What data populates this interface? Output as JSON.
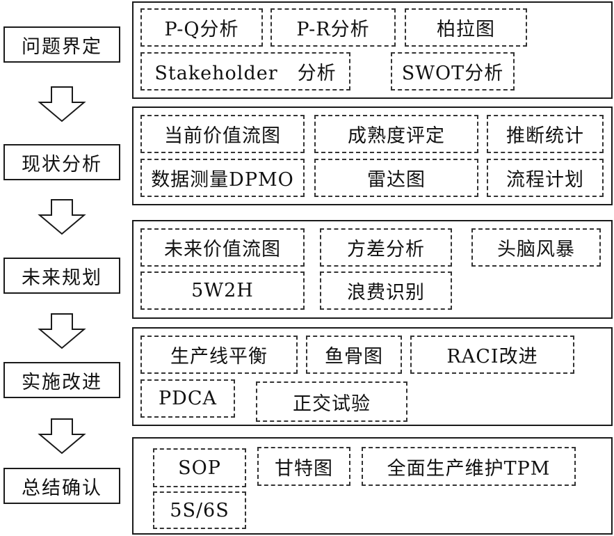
{
  "phases": [
    {
      "label": "问题界定",
      "tools": [
        "P-Q分析",
        "P-R分析",
        "柏拉图",
        "Stakeholder　分析",
        "SWOT分析"
      ]
    },
    {
      "label": "现状分析",
      "tools": [
        "当前价值流图",
        "成熟度评定",
        "推断统计",
        "数据测量DPMO",
        "雷达图",
        "流程计划"
      ]
    },
    {
      "label": "未来规划",
      "tools": [
        "未来价值流图",
        "方差分析",
        "头脑风暴",
        "5W2H",
        "浪费识别"
      ]
    },
    {
      "label": "实施改进",
      "tools": [
        "生产线平衡",
        "鱼骨图",
        "RACI改进",
        "PDCA",
        "正交试验"
      ]
    },
    {
      "label": "总结确认",
      "tools": [
        "SOP",
        "甘特图",
        "全面生产维护TPM",
        "5S/6S"
      ]
    }
  ]
}
